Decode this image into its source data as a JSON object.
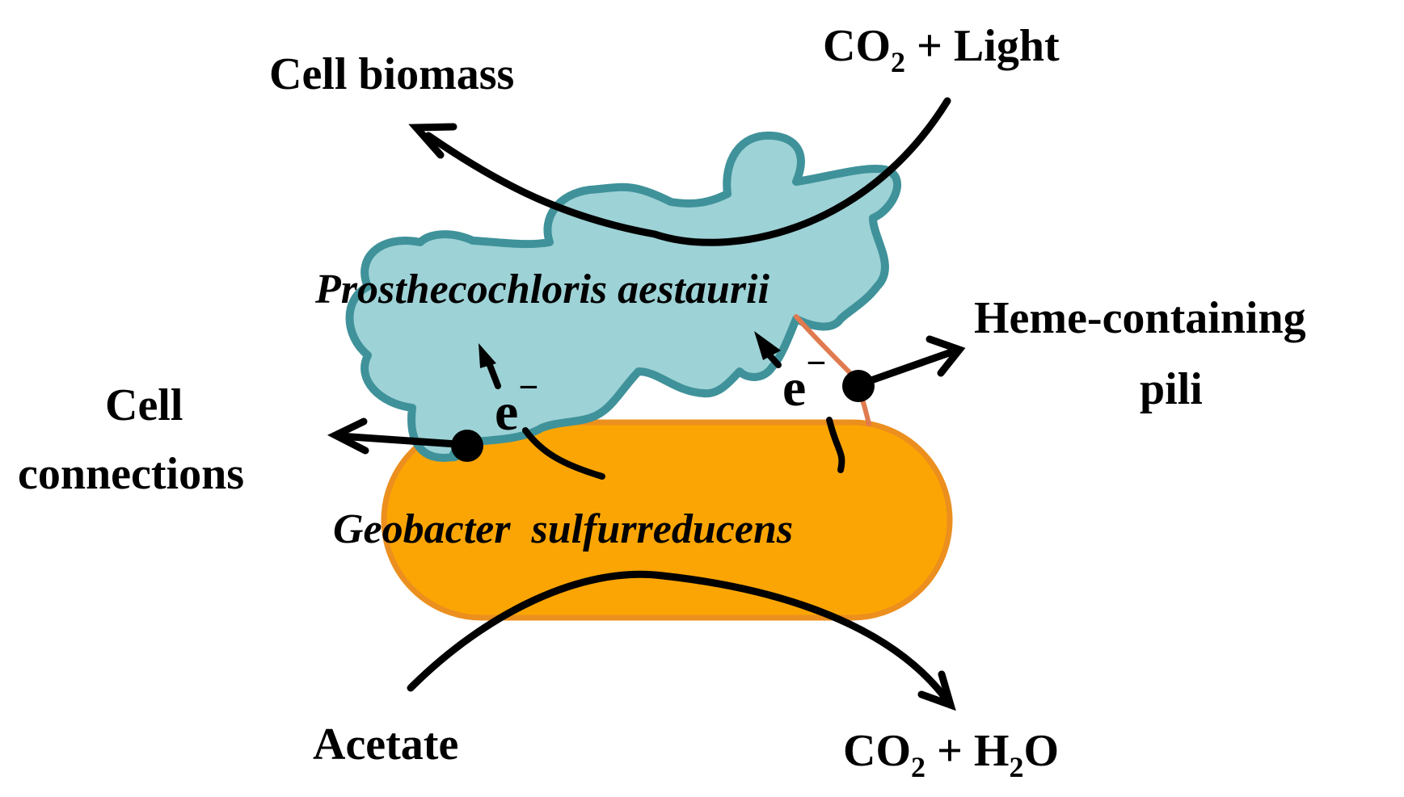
{
  "labels": {
    "co2_light": {
      "base": "CO",
      "sub": "2",
      "rest": " + Light"
    },
    "cell_biomass": "Cell biomass",
    "prosthecochloris": "Prosthecochloris aestaurii",
    "heme_line1": "Heme-containing",
    "heme_line2": "pili",
    "cell_line1": "Cell",
    "cell_line2": "connections",
    "geobacter": "Geobacter  sulfurreducens",
    "acetate": "Acetate",
    "co2_h2o": {
      "base1": "CO",
      "sub1": "2",
      "mid": " + H",
      "sub2": "2",
      "end": "O"
    },
    "electron_left": {
      "base": "e",
      "sup": "−"
    },
    "electron_right": {
      "base": "e",
      "sup": "−"
    }
  },
  "colors": {
    "geobacter_fill": "#FBA504",
    "geobacter_stroke": "#EB8F1E",
    "prosthecochloris_fill": "#9DD2D6",
    "prosthecochloris_stroke": "#3F929A",
    "pili_color": "#E07A4F",
    "arrow_color": "#000000"
  }
}
